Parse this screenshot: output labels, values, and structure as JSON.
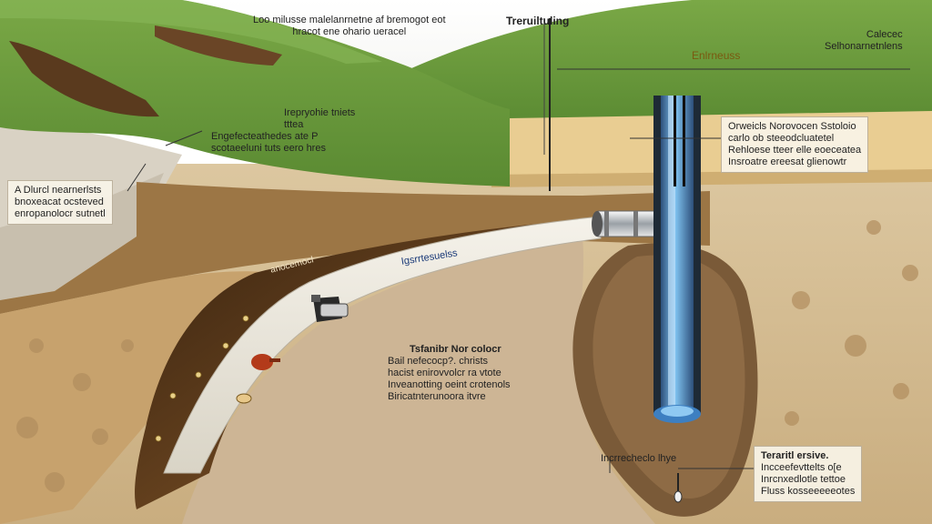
{
  "palette": {
    "grass": "#6e9e3c",
    "grass_dark": "#4f7f2c",
    "soil_light": "#d8c39a",
    "soil_mid": "#b89868",
    "soil_dark": "#6b4a25",
    "sand_band": "#e6c98d",
    "pipe_white": "#ece8de",
    "water_blue": "#5aa6e0",
    "cavity": "#cbb592"
  },
  "labels": {
    "top_center": {
      "line1": "Loo milusse malelanrnetne af bremogot eot",
      "line2": "hracot ene ohario ueracel"
    },
    "top_mid": "Treruiltuling",
    "top_right_tag": "Enlrneuss",
    "top_right": {
      "line1": "Calecec",
      "line2": "Selhonarnetnlens"
    },
    "upper_left": {
      "line1": "Irepryohie tniets",
      "line2": "tttea",
      "line3": "Engefecteathedes ate P",
      "line4": "scotaeeluni tuts eero hres"
    },
    "left_box": {
      "line1": "A Dlurcl nearnerlsts",
      "line2": "bnoxeacat ocsteved",
      "line3": "enropanolocr sutnetl"
    },
    "right_box": {
      "line1": "Orweicls Norovocen Sstoloio",
      "line2": "carlo ob steeodcluatetel",
      "line3": "Rehloese tteer elle eoeceatea",
      "line4": "Insroatre ereesat glienowtr"
    },
    "pipe_label": "Igsrrtesuelss",
    "tunnel_label": "anocemocl",
    "cavity_box": {
      "line1": "Tsfanibr Nor colocr",
      "line2": "Bail nefecocp?. christs",
      "line3": "hacist enirovvolcr ra vtote",
      "line4": "Inveanotting oeint crotenols",
      "line5": "Biricatnterunoora itvre"
    },
    "bottom_mid": "Incrrecheclo lhye",
    "bottom_right": {
      "line1": "Teraritl ersive.",
      "line2": "Incceefevttelts o[e",
      "line3": "Inrcnxedlotle tettoe",
      "line4": "Fluss kosseeeeeotes"
    }
  },
  "icons": {
    "wall_coins": "coin-icon",
    "tool_1": "brush-icon",
    "tool_2": "trowel-icon",
    "tool_3": "pot-icon",
    "tool_4": "iron-icon",
    "probe": "probe-icon"
  }
}
